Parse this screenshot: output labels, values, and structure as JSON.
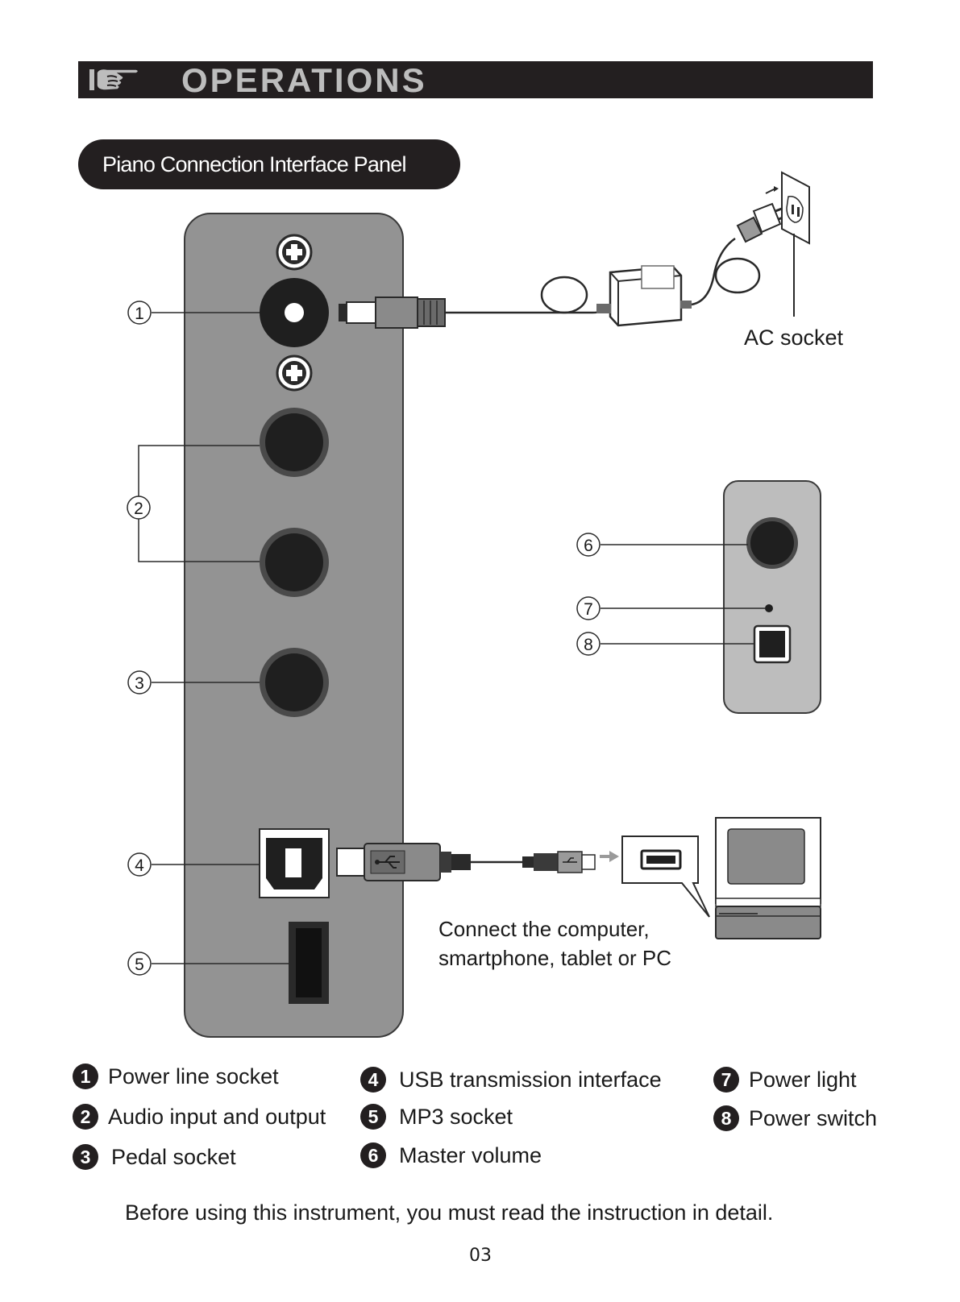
{
  "header": {
    "title": "OPERATIONS",
    "icon": "pointing-hand-icon"
  },
  "section": {
    "title": "Piano Connection Interface Panel"
  },
  "callouts": [
    "1",
    "2",
    "3",
    "4",
    "5",
    "6",
    "7",
    "8"
  ],
  "diagram": {
    "ac_label": "AC socket",
    "connect_text": "Connect the computer, smartphone, tablet or PC"
  },
  "legend": [
    {
      "num": "1",
      "label": "Power line socket"
    },
    {
      "num": "2",
      "label": "Audio input and output"
    },
    {
      "num": "3",
      "label": "Pedal socket"
    },
    {
      "num": "4",
      "label": "USB transmission interface"
    },
    {
      "num": "5",
      "label": "MP3 socket"
    },
    {
      "num": "6",
      "label": "Master volume"
    },
    {
      "num": "7",
      "label": "Power light"
    },
    {
      "num": "8",
      "label": "Power switch"
    }
  ],
  "footer": {
    "note": "Before using this instrument, you must read the instruction in detail.",
    "page_number": "03"
  },
  "colors": {
    "panel": "#939393",
    "dark": "#231f20",
    "socket": "#1f1f1f"
  }
}
